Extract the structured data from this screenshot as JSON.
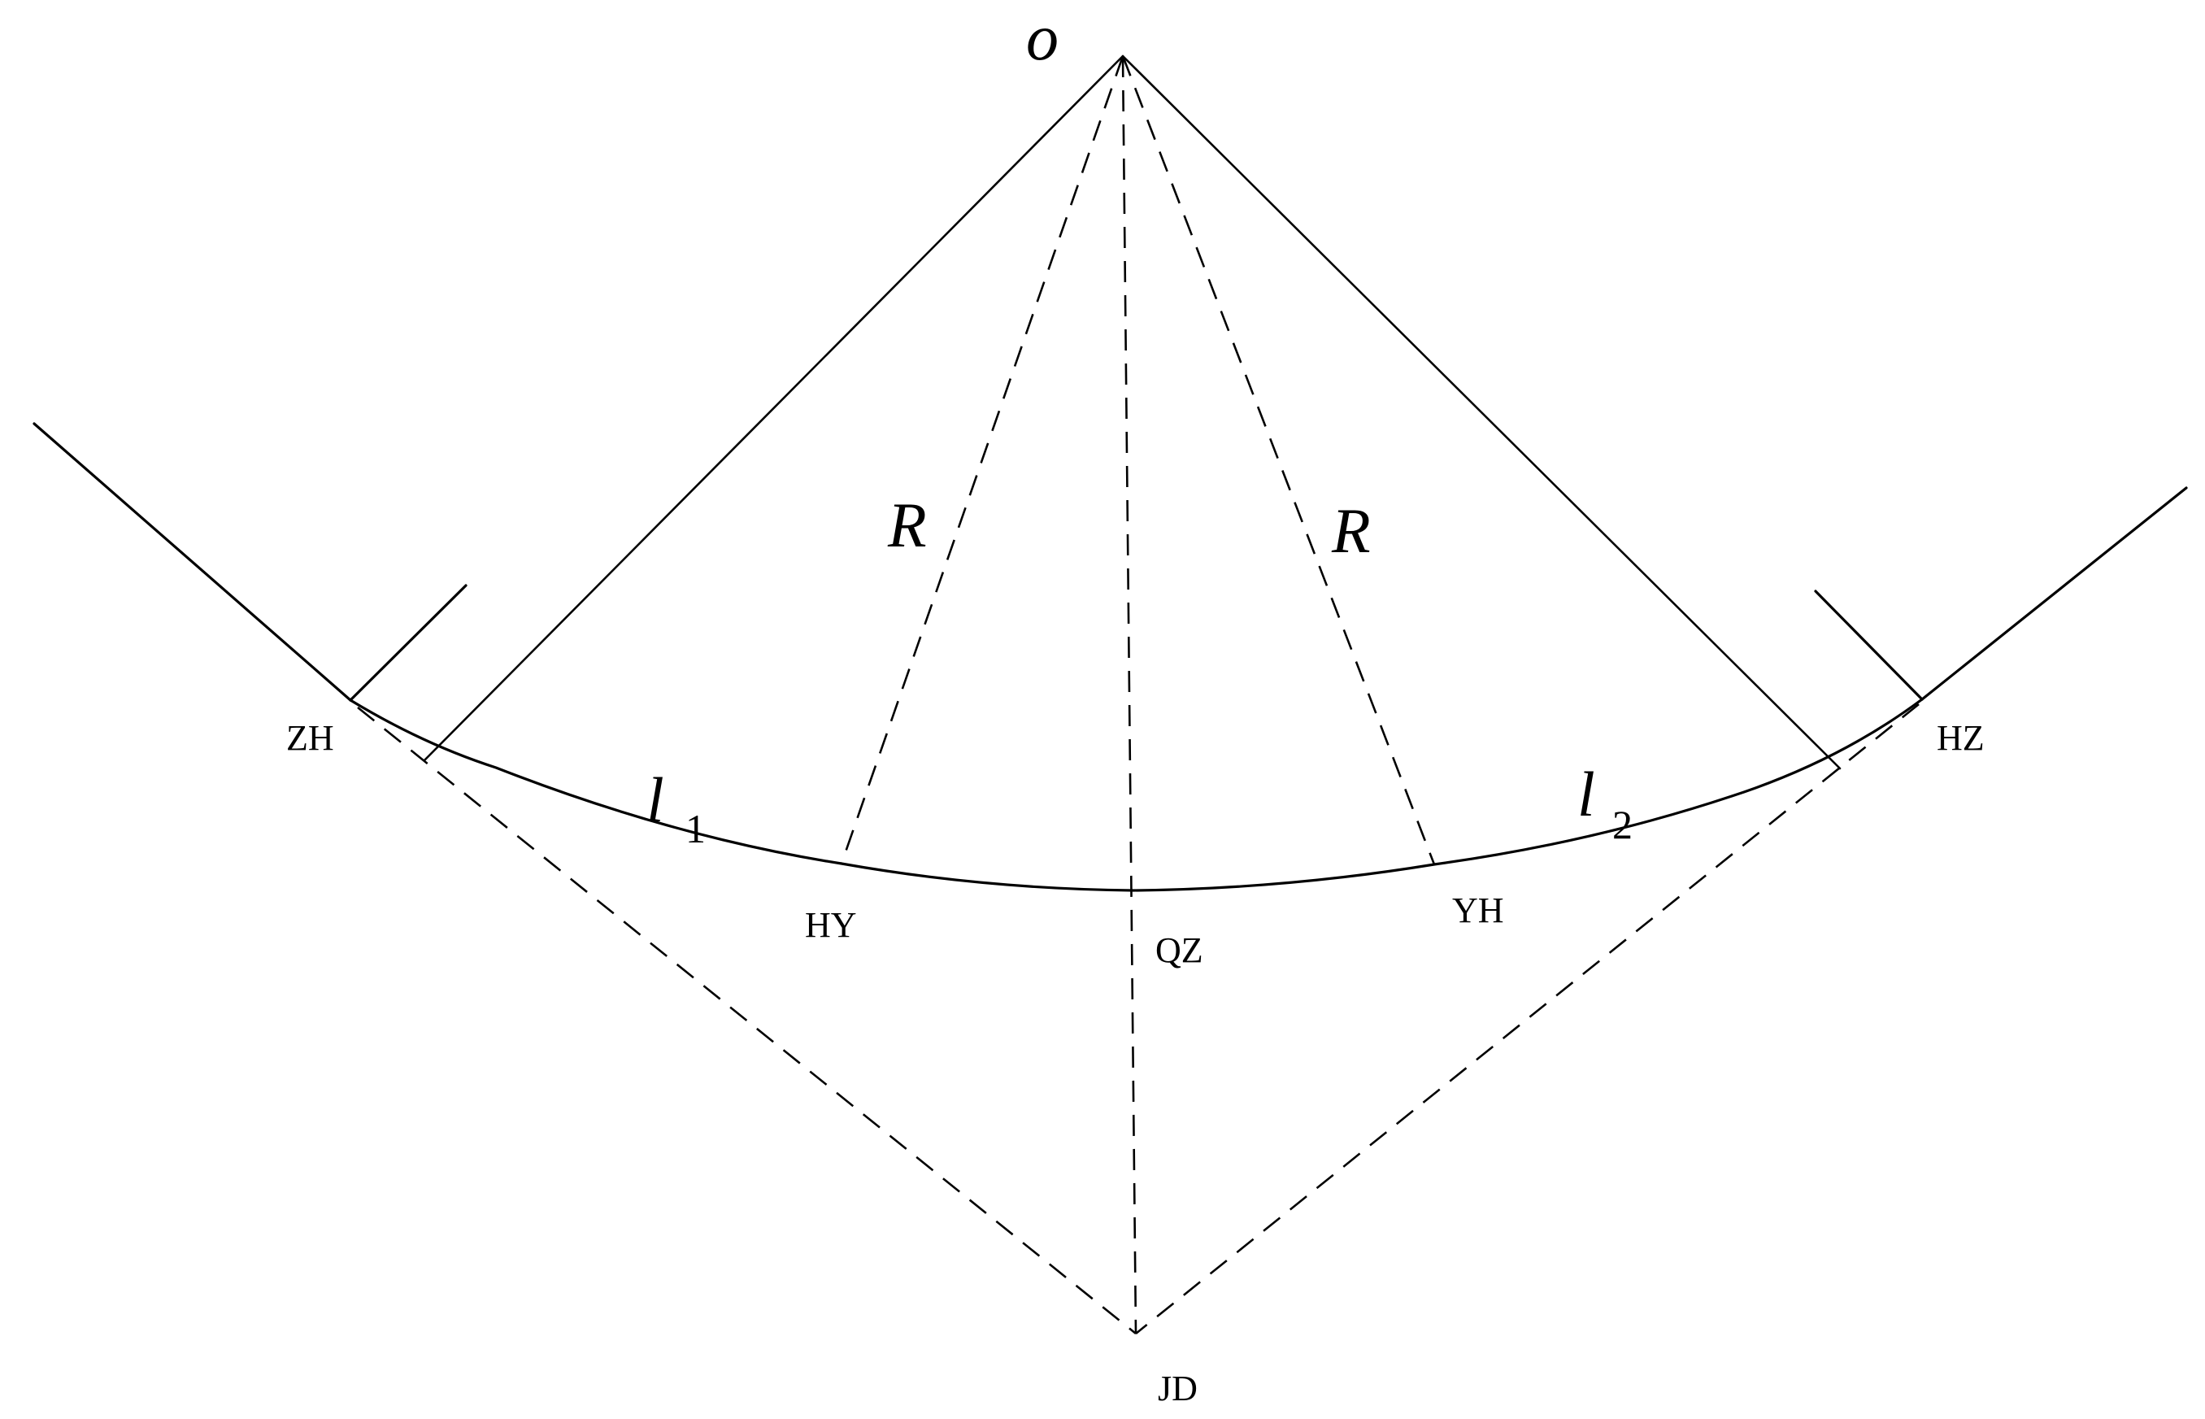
{
  "labels": {
    "center": "o",
    "zh": "ZH",
    "hz": "HZ",
    "hy": "HY",
    "yh": "YH",
    "qz": "QZ",
    "jd": "JD",
    "radius_left": "R",
    "radius_right": "R",
    "l1": {
      "base": "l",
      "sub": "1"
    },
    "l2": {
      "base": "l",
      "sub": "2"
    }
  }
}
